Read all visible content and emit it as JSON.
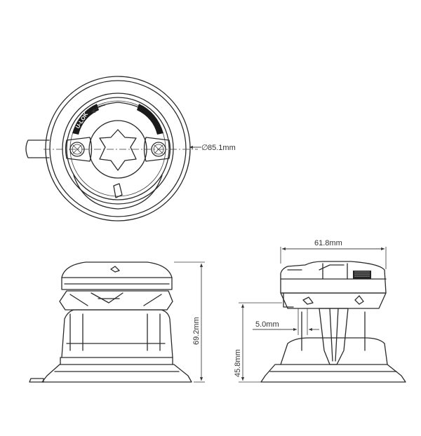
{
  "dimensions": {
    "diameter": "85.1mm",
    "diameter_symbol": "∅",
    "width": "61.8mm",
    "height": "69.2mm",
    "offset": "5.0mm",
    "stem_height": "45.8mm"
  },
  "labels": {
    "brand_mark": "U-LOK"
  }
}
